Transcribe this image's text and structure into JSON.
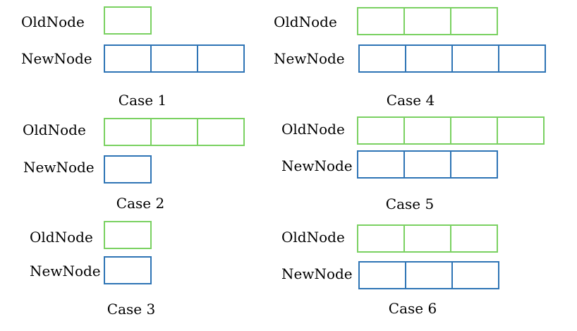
{
  "colors": {
    "old": "#7ad161",
    "new": "#2e74b5"
  },
  "cases": [
    {
      "caption": "Case 1",
      "old_label": "OldNode",
      "new_label": "NewNode",
      "old_cells": 1,
      "new_cells": 3
    },
    {
      "caption": "Case 2",
      "old_label": "OldNode",
      "new_label": "NewNode",
      "old_cells": 3,
      "new_cells": 1
    },
    {
      "caption": "Case 3",
      "old_label": "OldNode",
      "new_label": "NewNode",
      "old_cells": 1,
      "new_cells": 1
    },
    {
      "caption": "Case 4",
      "old_label": "OldNode",
      "new_label": "NewNode",
      "old_cells": 3,
      "new_cells": 4
    },
    {
      "caption": "Case 5",
      "old_label": "OldNode",
      "new_label": "NewNode",
      "old_cells": 4,
      "new_cells": 3
    },
    {
      "caption": "Case 6",
      "old_label": "OldNode",
      "new_label": "NewNode",
      "old_cells": 3,
      "new_cells": 3
    }
  ]
}
